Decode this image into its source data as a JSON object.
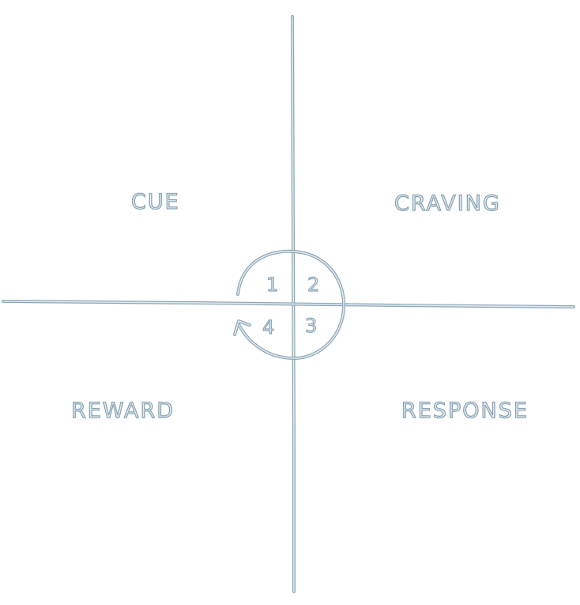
{
  "quadrants": {
    "cue": "CUE",
    "craving": "CRAVING",
    "reward": "REWARD",
    "response": "RESPONSE"
  },
  "cycle_numbers": [
    "1",
    "2",
    "3",
    "4"
  ],
  "colors": {
    "stroke": "#8fa6b4",
    "fill": "#dde9f0"
  }
}
